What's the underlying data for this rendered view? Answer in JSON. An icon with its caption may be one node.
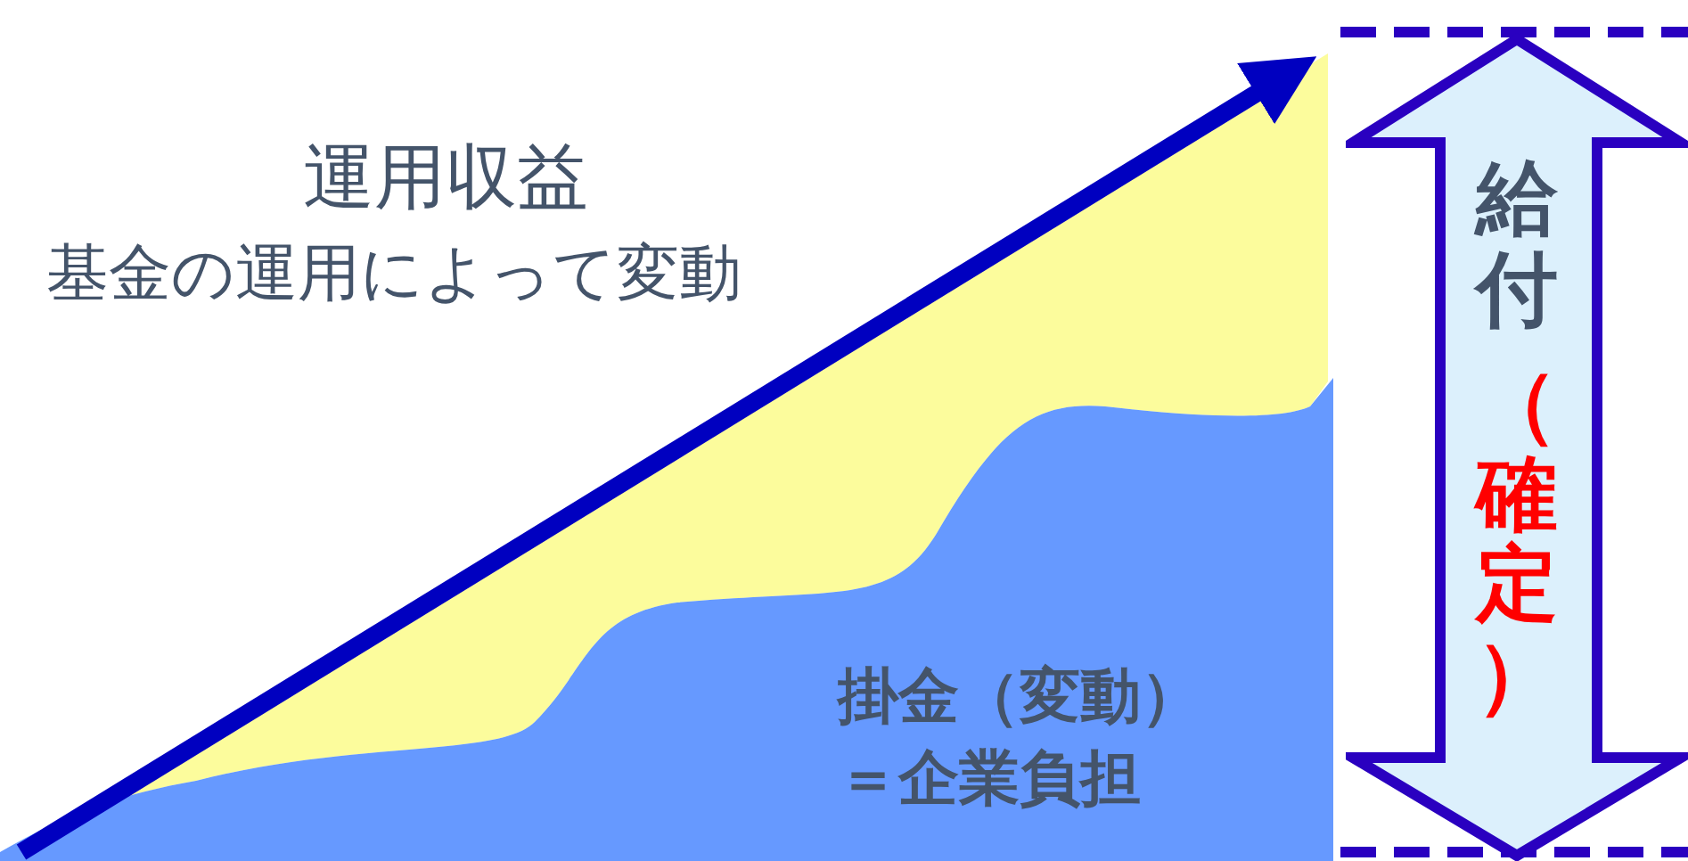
{
  "diagram": {
    "nodes": [
      {
        "text": [
          "掛金（変動）",
          "＝企業負担"
        ]
      },
      {
        "text": [
          "給付",
          "（確定）"
        ]
      }
    ],
    "labels": [
      "運用収益",
      "基金の運用によって変動"
    ]
  }
}
